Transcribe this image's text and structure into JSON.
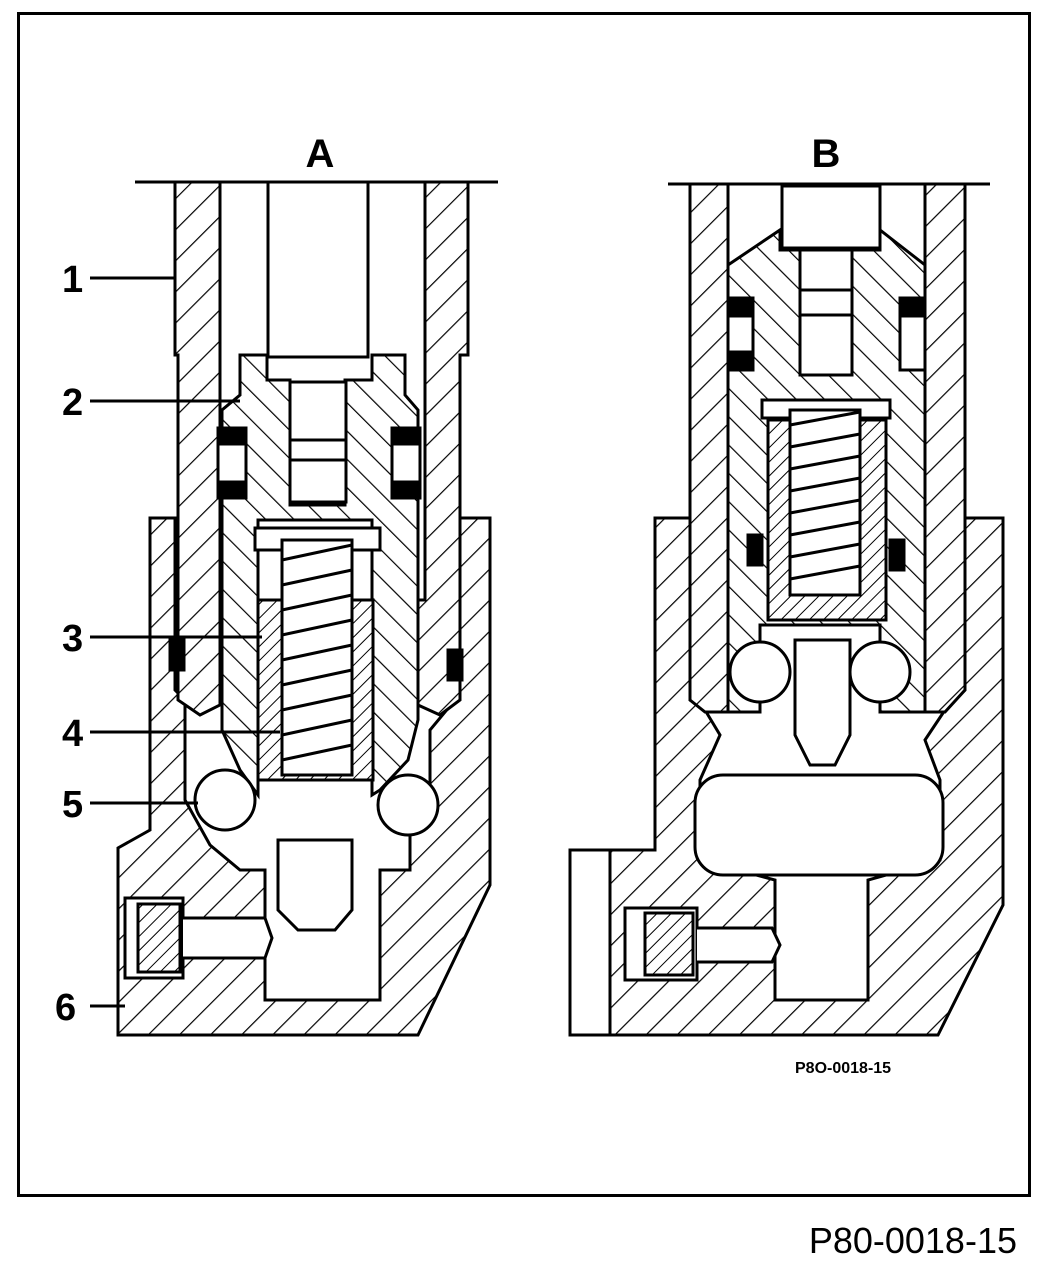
{
  "view_a_label": "A",
  "view_b_label": "B",
  "callouts": [
    "1",
    "2",
    "3",
    "4",
    "5",
    "6"
  ],
  "inner_figure_code": "P8O-0018-15",
  "figure_reference": "P80-0018-15"
}
